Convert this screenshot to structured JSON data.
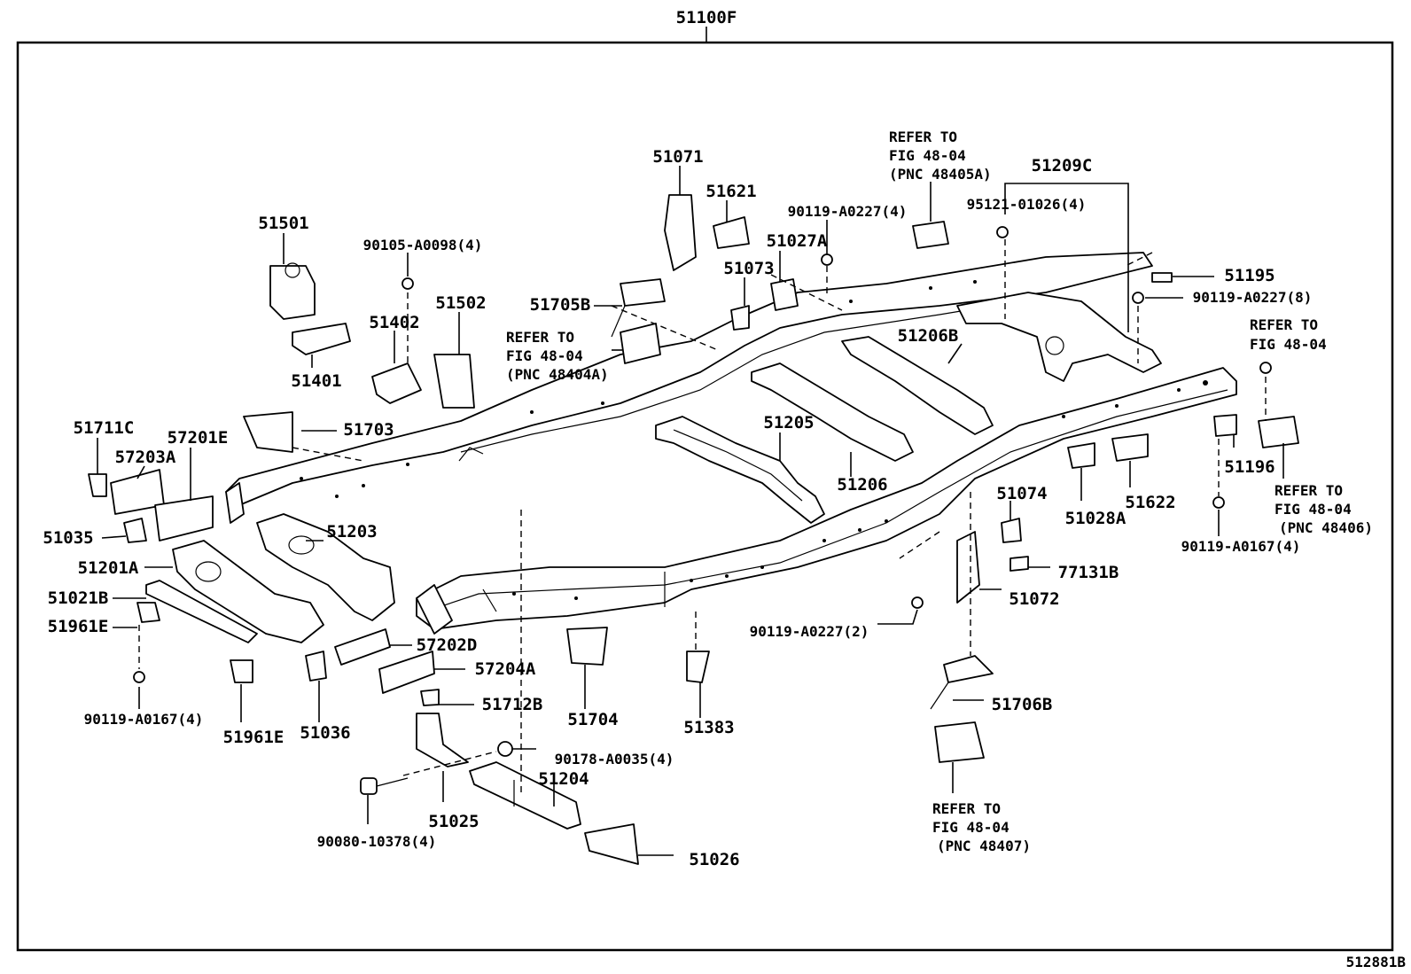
{
  "figure_code": "512881B",
  "assembly_label": "51100F",
  "parts": [
    {
      "id": "51501",
      "label": "51501"
    },
    {
      "id": "90105-A0098",
      "label": "90105-A0098(4)"
    },
    {
      "id": "51402",
      "label": "51402"
    },
    {
      "id": "51502",
      "label": "51502"
    },
    {
      "id": "51401",
      "label": "51401"
    },
    {
      "id": "51071",
      "label": "51071"
    },
    {
      "id": "51621",
      "label": "51621"
    },
    {
      "id": "51027A",
      "label": "51027A"
    },
    {
      "id": "51073",
      "label": "51073"
    },
    {
      "id": "51705B",
      "label": "51705B"
    },
    {
      "id": "90119-A0227-4",
      "label": "90119-A0227(4)"
    },
    {
      "id": "51209C",
      "label": "51209C"
    },
    {
      "id": "95121-01026",
      "label": "95121-01026(4)"
    },
    {
      "id": "51195",
      "label": "51195"
    },
    {
      "id": "90119-A0227-8",
      "label": "90119-A0227(8)"
    },
    {
      "id": "51206B",
      "label": "51206B"
    },
    {
      "id": "51711C",
      "label": "51711C"
    },
    {
      "id": "57201E",
      "label": "57201E"
    },
    {
      "id": "57203A",
      "label": "57203A"
    },
    {
      "id": "51703",
      "label": "51703"
    },
    {
      "id": "51035",
      "label": "51035"
    },
    {
      "id": "51203",
      "label": "51203"
    },
    {
      "id": "51201A",
      "label": "51201A"
    },
    {
      "id": "51021B",
      "label": "51021B"
    },
    {
      "id": "51961E-top",
      "label": "51961E"
    },
    {
      "id": "57202D",
      "label": "57202D"
    },
    {
      "id": "57204A",
      "label": "57204A"
    },
    {
      "id": "51712B",
      "label": "51712B"
    },
    {
      "id": "90119-A0167-left",
      "label": "90119-A0167(4)"
    },
    {
      "id": "51961E-bottom",
      "label": "51961E"
    },
    {
      "id": "51036",
      "label": "51036"
    },
    {
      "id": "51704",
      "label": "51704"
    },
    {
      "id": "51383",
      "label": "51383"
    },
    {
      "id": "51205",
      "label": "51205"
    },
    {
      "id": "51206",
      "label": "51206"
    },
    {
      "id": "51074",
      "label": "51074"
    },
    {
      "id": "51028A",
      "label": "51028A"
    },
    {
      "id": "51622",
      "label": "51622"
    },
    {
      "id": "51196",
      "label": "51196"
    },
    {
      "id": "77131B",
      "label": "77131B"
    },
    {
      "id": "51072",
      "label": "51072"
    },
    {
      "id": "90119-A0227-2",
      "label": "90119-A0227(2)"
    },
    {
      "id": "51706B",
      "label": "51706B"
    },
    {
      "id": "90119-A0167-right",
      "label": "90119-A0167(4)"
    },
    {
      "id": "90178-A0035",
      "label": "90178-A0035(4)"
    },
    {
      "id": "51204",
      "label": "51204"
    },
    {
      "id": "51025",
      "label": "51025"
    },
    {
      "id": "90080-10378",
      "label": "90080-10378(4)"
    },
    {
      "id": "51026",
      "label": "51026"
    }
  ],
  "refer_notes": [
    {
      "id": "refer-48405A",
      "lines": [
        "REFER TO",
        "FIG 48-04",
        "(PNC 48405A)"
      ]
    },
    {
      "id": "refer-48404A",
      "lines": [
        "REFER TO",
        "FIG 48-04",
        "(PNC 48404A)"
      ]
    },
    {
      "id": "refer-right-top",
      "lines": [
        "REFER TO",
        "FIG 48-04"
      ]
    },
    {
      "id": "refer-48406",
      "lines": [
        "REFER TO",
        "FIG 48-04",
        "(PNC 48406)"
      ]
    },
    {
      "id": "refer-48407",
      "lines": [
        "REFER TO",
        "FIG 48-04",
        "(PNC 48407)"
      ]
    }
  ]
}
